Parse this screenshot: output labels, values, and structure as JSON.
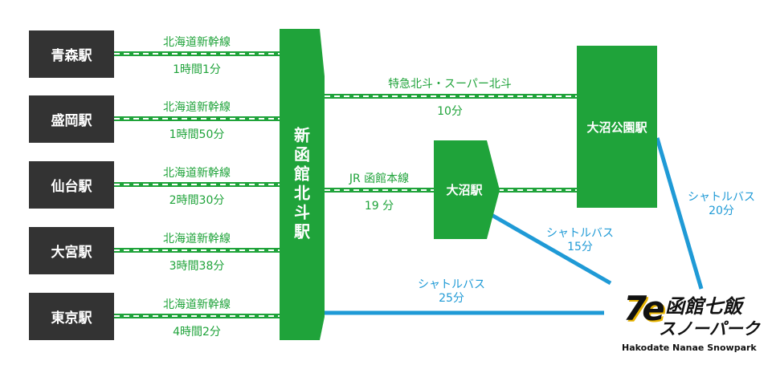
{
  "origins": [
    {
      "station": "青森駅",
      "line": "北海道新幹線",
      "time": "1時間1分"
    },
    {
      "station": "盛岡駅",
      "line": "北海道新幹線",
      "time": "1時間50分"
    },
    {
      "station": "仙台駅",
      "line": "北海道新幹線",
      "time": "2時間30分"
    },
    {
      "station": "大宮駅",
      "line": "北海道新幹線",
      "time": "3時間38分"
    },
    {
      "station": "東京駅",
      "line": "北海道新幹線",
      "time": "4時間2分"
    }
  ],
  "hub": {
    "station": "新函館北斗駅"
  },
  "onuma": {
    "station": "大沼駅",
    "line": "JR 函館本線",
    "time": "19 分"
  },
  "onuma_koen": {
    "station": "大沼公園駅",
    "line": "特急北斗・スーパー北斗",
    "time": "10分"
  },
  "shuttles": [
    {
      "name": "シャトルバス",
      "time": "20分"
    },
    {
      "name": "シャトルバス",
      "time": "15分"
    },
    {
      "name": "シャトルバス",
      "time": "25分"
    }
  ],
  "logo": {
    "mark": "7e",
    "title_line1": "函館七飯",
    "title_line2": "スノーパーク",
    "subtitle": "Hakodate Nanae Snowpark"
  },
  "colors": {
    "rail_green": "#1fa33a",
    "shuttle_blue": "#1f9ad6",
    "station_dark": "#333333"
  }
}
